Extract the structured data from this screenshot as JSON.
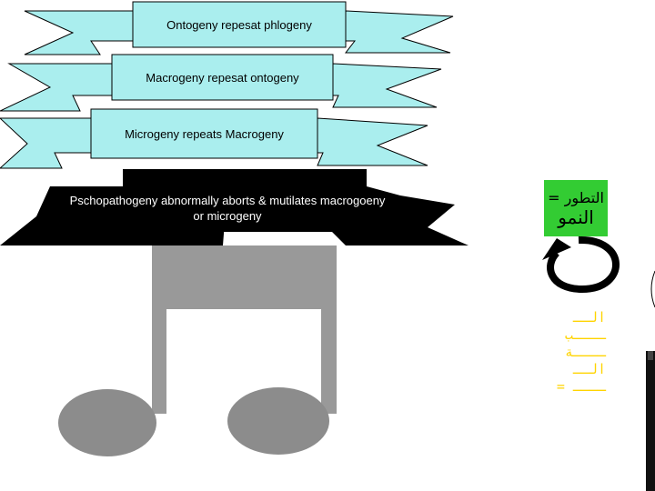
{
  "ribbons": [
    {
      "label": "Ontogeny repesat phlogeny"
    },
    {
      "label": "Macrogeny repesat ontogeny"
    },
    {
      "label": "Microgeny  repeats  Macrogeny"
    }
  ],
  "dark_ribbon": {
    "label": "Pschopathogeny abnormally  aborts & mutilates macrogoeny or microgeny"
  },
  "green_box": {
    "line1": "التطور =",
    "line2": "النمو"
  },
  "yellow_text": [
    "الــ",
    "ــــب",
    "ــــة",
    "الــ",
    "= ــــ"
  ],
  "colors": {
    "ribbon_fill": "#aaeeee",
    "dark_ribbon_fill": "#000000",
    "note_fill": "#999999",
    "note_head_fill": "#8c8c8c",
    "green_box_fill": "#33cc33",
    "yellow_text": "#ffd400"
  },
  "icons": {
    "music_note": "beamed-eighth-notes-icon",
    "cycle_arrow": "curved-arrow-icon"
  }
}
